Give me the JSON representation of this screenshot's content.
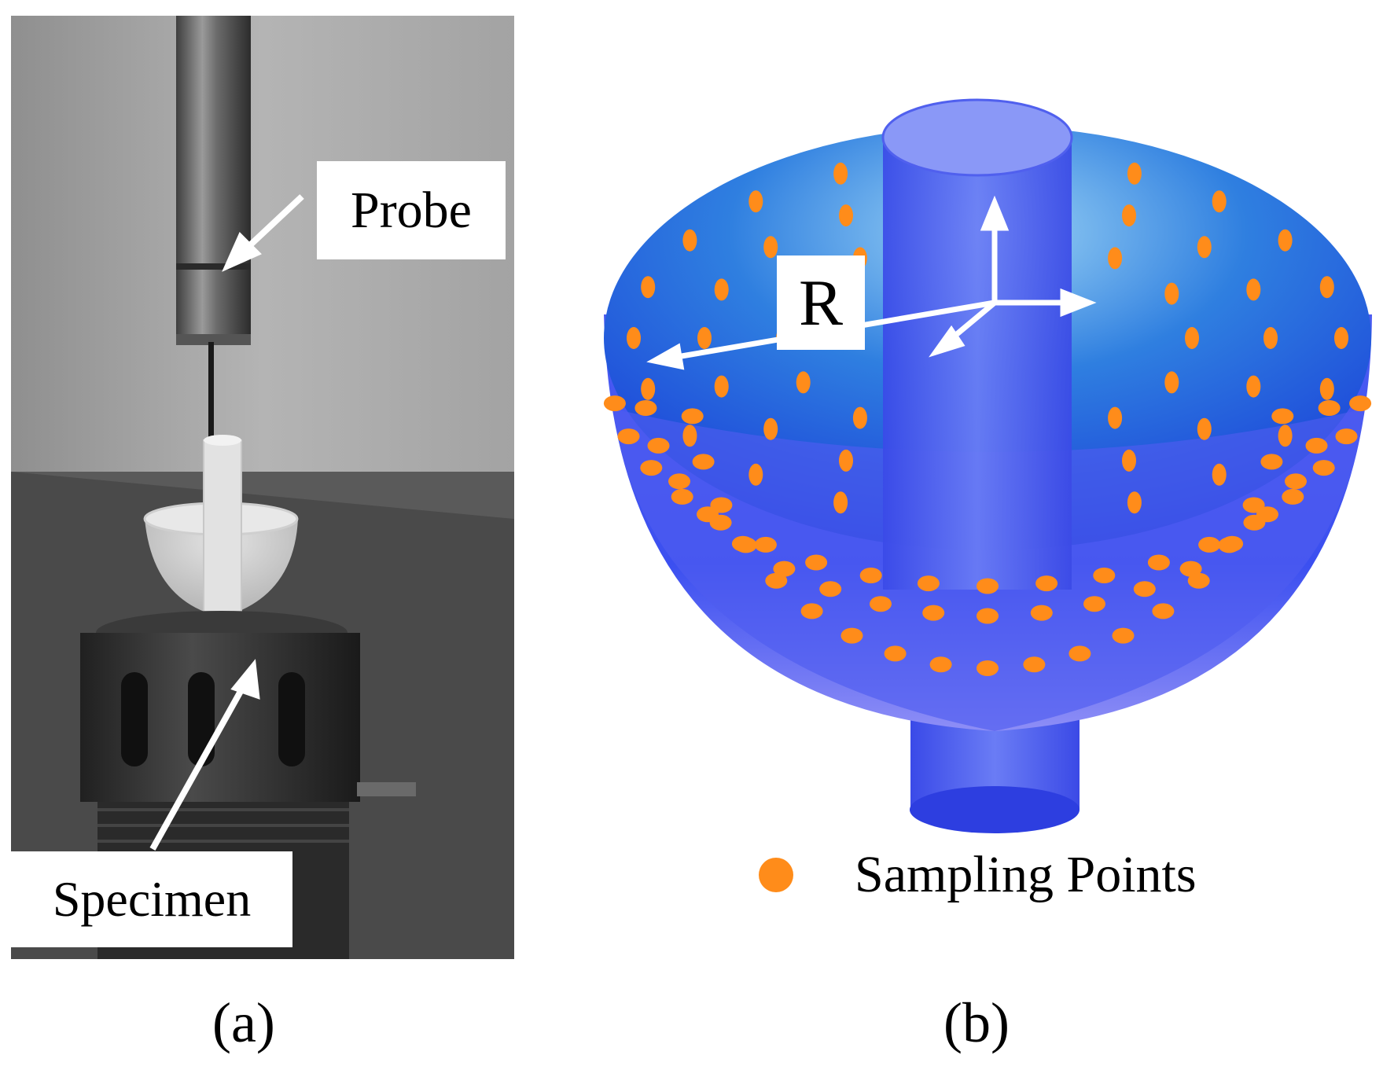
{
  "panel_a": {
    "probe_label": "Probe",
    "specimen_label": "Specimen",
    "caption": "(a)"
  },
  "panel_b": {
    "radius_label": "R",
    "legend_label": "Sampling Points",
    "caption": "(b)"
  },
  "colors": {
    "sampling_point": "#ff8c1a",
    "bowl": "#2a3fe8",
    "photo_background": "#9a9a9a"
  }
}
